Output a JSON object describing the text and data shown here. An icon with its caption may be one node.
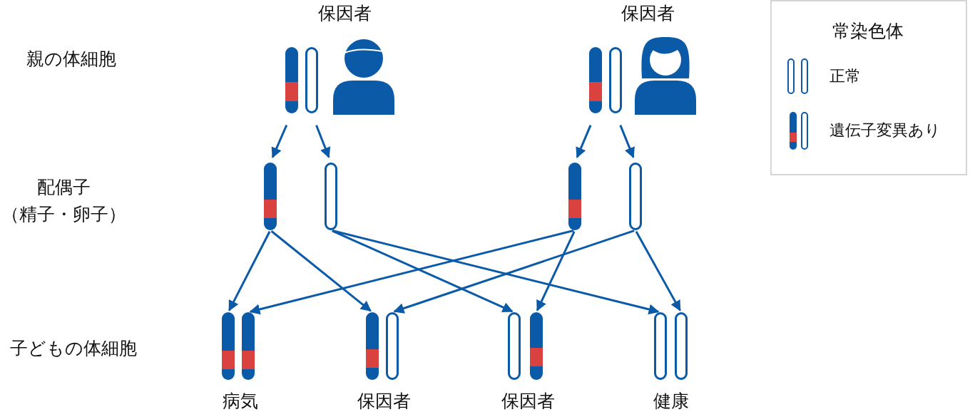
{
  "diagram": {
    "nodes": [
      {
        "text": [],
        "shape": "bar"
      },
      {
        "text": [],
        "shape": "bar"
      },
      {
        "text": [],
        "shape": "bar"
      },
      {
        "text": [],
        "shape": "bar"
      },
      {
        "text": [],
        "shape": "bar"
      },
      {
        "text": [],
        "shape": "bar"
      },
      {
        "text": [],
        "shape": "bar"
      },
      {
        "text": [],
        "shape": "bar"
      },
      {
        "text": [],
        "shape": "bar"
      },
      {
        "text": [],
        "shape": "bar"
      },
      {
        "text": [],
        "shape": "bar"
      },
      {
        "text": [],
        "shape": "bar"
      },
      {
        "text": [],
        "shape": "bar"
      },
      {
        "text": [],
        "shape": "bar"
      },
      {
        "text": [],
        "shape": "bar"
      },
      {
        "text": [],
        "shape": "bar"
      }
    ],
    "edges": [
      {
        "from": 0,
        "to": 4,
        "arrow": "to"
      },
      {
        "from": 1,
        "to": 5,
        "arrow": "to"
      },
      {
        "from": 2,
        "to": 6,
        "arrow": "to"
      },
      {
        "from": 3,
        "to": 7,
        "arrow": "to"
      },
      {
        "from": 4,
        "to": 8,
        "arrow": "to"
      },
      {
        "from": 4,
        "to": 10,
        "arrow": "to"
      },
      {
        "from": 5,
        "to": 12,
        "arrow": "to"
      },
      {
        "from": 5,
        "to": 14,
        "arrow": "to"
      },
      {
        "from": 6,
        "to": 9,
        "arrow": "to"
      },
      {
        "from": 6,
        "to": 13,
        "arrow": "to"
      },
      {
        "from": 7,
        "to": 11,
        "arrow": "to"
      },
      {
        "from": 7,
        "to": 15,
        "arrow": "to"
      }
    ],
    "labels": [
      "保因者",
      "保因者",
      "常染色体",
      "親の体細胞",
      "配偶子",
      "（精子・卵子）",
      "子どもの体細胞",
      "病気",
      "保因者",
      "保因者",
      "健康"
    ],
    "legend": [
      {
        "text": "正常"
      },
      {
        "text": "遺伝子変異あり"
      }
    ]
  }
}
